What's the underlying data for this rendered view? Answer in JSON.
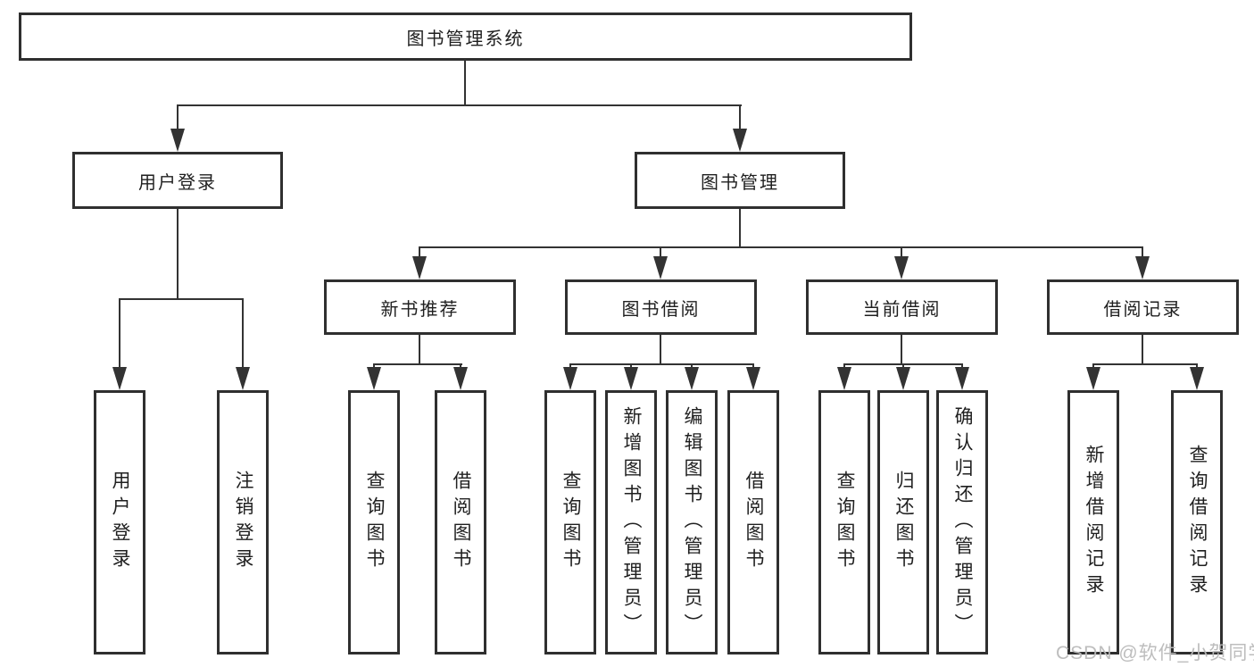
{
  "diagram": {
    "title": "图书管理系统",
    "level2": {
      "user_login": "用户登录",
      "book_mgmt": "图书管理"
    },
    "level3": {
      "new_book": "新书推荐",
      "book_borrow": "图书借阅",
      "current_borrow": "当前借阅",
      "borrow_record": "借阅记录"
    },
    "level4": {
      "user": [
        "用户登录",
        "注销登录"
      ],
      "new_book": [
        "查询图书",
        "借阅图书"
      ],
      "book_borrow": [
        "查询图书",
        "新增图书（管理员）",
        "编辑图书（管理员）",
        "借阅图书"
      ],
      "current_borrow": [
        "查询图书",
        "归还图书",
        "确认归还（管理员）"
      ],
      "borrow_record": [
        "新增借阅记录",
        "查询借阅记录"
      ]
    }
  },
  "watermark": "CSDN @软件_小贺同学",
  "colors": {
    "line": "#333333",
    "text": "#1f1f1f",
    "watermark": "#b9b9b9"
  }
}
